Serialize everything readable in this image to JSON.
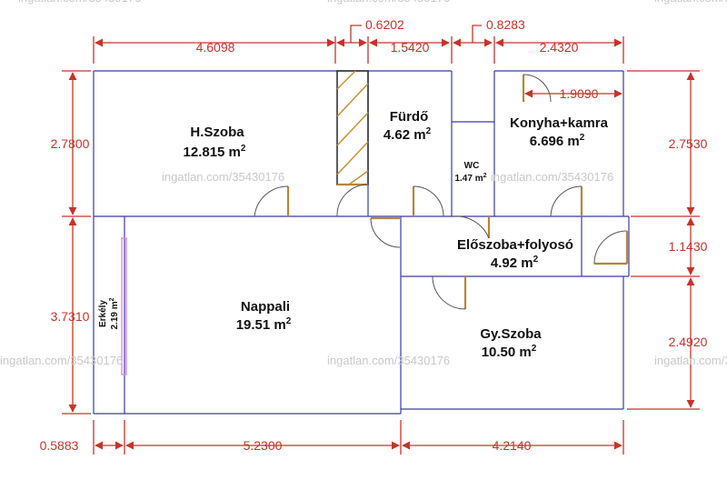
{
  "watermarks": {
    "w1": "ingatlan.com/35430176",
    "w2": "ingatlan.com/35430176",
    "w3": "ingatlan.com/35430176",
    "w4": "ingatlan.com/35430176",
    "w5": "ingatlan.com/35430176"
  },
  "dimensions": {
    "top_1": "4.6098",
    "top_2": "0.6202",
    "top_3": "1.5420",
    "top_4": "0.8283",
    "top_5": "2.4320",
    "inner_kitchen": "1.9090",
    "left_upper": "2.7800",
    "left_lower": "3.7310",
    "right_upper": "2.7530",
    "right_middle": "1.1430",
    "right_lower": "2.4920",
    "bottom_1": "0.5883",
    "bottom_2": "5.2300",
    "bottom_3": "4.2140"
  },
  "rooms": {
    "hszoba": {
      "name": "H.Szoba",
      "area": "12.815 m",
      "sup": "2"
    },
    "furdo": {
      "name": "Fürdő",
      "area": "4.62 m",
      "sup": "2"
    },
    "wc": {
      "name": "WC",
      "area": "1.47 m",
      "sup": "2"
    },
    "konyha": {
      "name": "Konyha+kamra",
      "area": "6.696 m",
      "sup": "2"
    },
    "eloszoba": {
      "name": "Előszoba+folyosó",
      "area": "4.92 m",
      "sup": "2"
    },
    "nappali": {
      "name": "Nappali",
      "area": "19.51 m",
      "sup": "2"
    },
    "gyszoba": {
      "name": "Gy.Szoba",
      "area": "10.50 m",
      "sup": "2"
    },
    "erkely": {
      "name": "Erkély",
      "area": "2.19 m",
      "sup": "2"
    }
  },
  "colors": {
    "dimension": "#c8332b",
    "wall": "#3a3aa8",
    "door": "#b8853a",
    "balcony": "#e090d8"
  }
}
